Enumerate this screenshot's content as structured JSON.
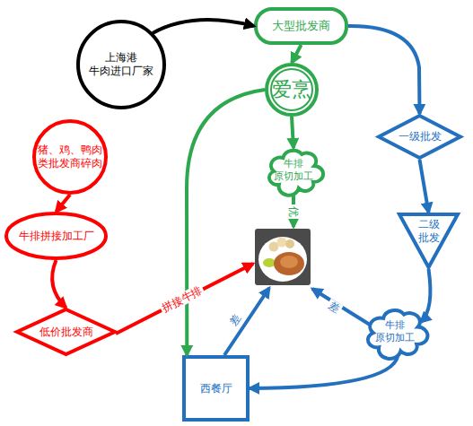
{
  "diagram": {
    "nodes": [
      {
        "text": [
          "大型批发商"
        ]
      },
      {
        "text": [
          "上海港 牛肉进口厂家"
        ]
      },
      {
        "text": [
          "爱烹"
        ]
      },
      {
        "text": [
          "一级批发"
        ]
      },
      {
        "text": [
          "猪、鸡、鸭肉类批发商碎肉"
        ]
      },
      {
        "text": [
          "牛排 原切加工"
        ]
      },
      {
        "text": [
          "二级 批发"
        ]
      },
      {
        "text": [
          "牛排拼接加工厂"
        ]
      },
      {
        "text": [
          "低价批发商"
        ]
      },
      {
        "text": [
          "牛排 原切加工"
        ]
      },
      {
        "text": [
          "西餐厅"
        ]
      }
    ],
    "edges": [
      {
        "from": 1,
        "to": 0,
        "arrow": "to"
      },
      {
        "from": 0,
        "to": 2,
        "arrow": "to"
      },
      {
        "from": 0,
        "to": 3,
        "arrow": "to"
      },
      {
        "from": 2,
        "to": 5,
        "arrow": "to"
      },
      {
        "from": 2,
        "to": 10,
        "arrow": "to"
      },
      {
        "from": 3,
        "to": 6,
        "arrow": "to"
      },
      {
        "from": 6,
        "to": 9,
        "arrow": "to"
      },
      {
        "from": 9,
        "to": 10,
        "arrow": "to"
      },
      {
        "from": 4,
        "to": 7,
        "arrow": "to"
      },
      {
        "from": 7,
        "to": 8,
        "arrow": "to"
      }
    ],
    "labels": [
      "优",
      "拼接牛排",
      "差",
      "差"
    ]
  }
}
